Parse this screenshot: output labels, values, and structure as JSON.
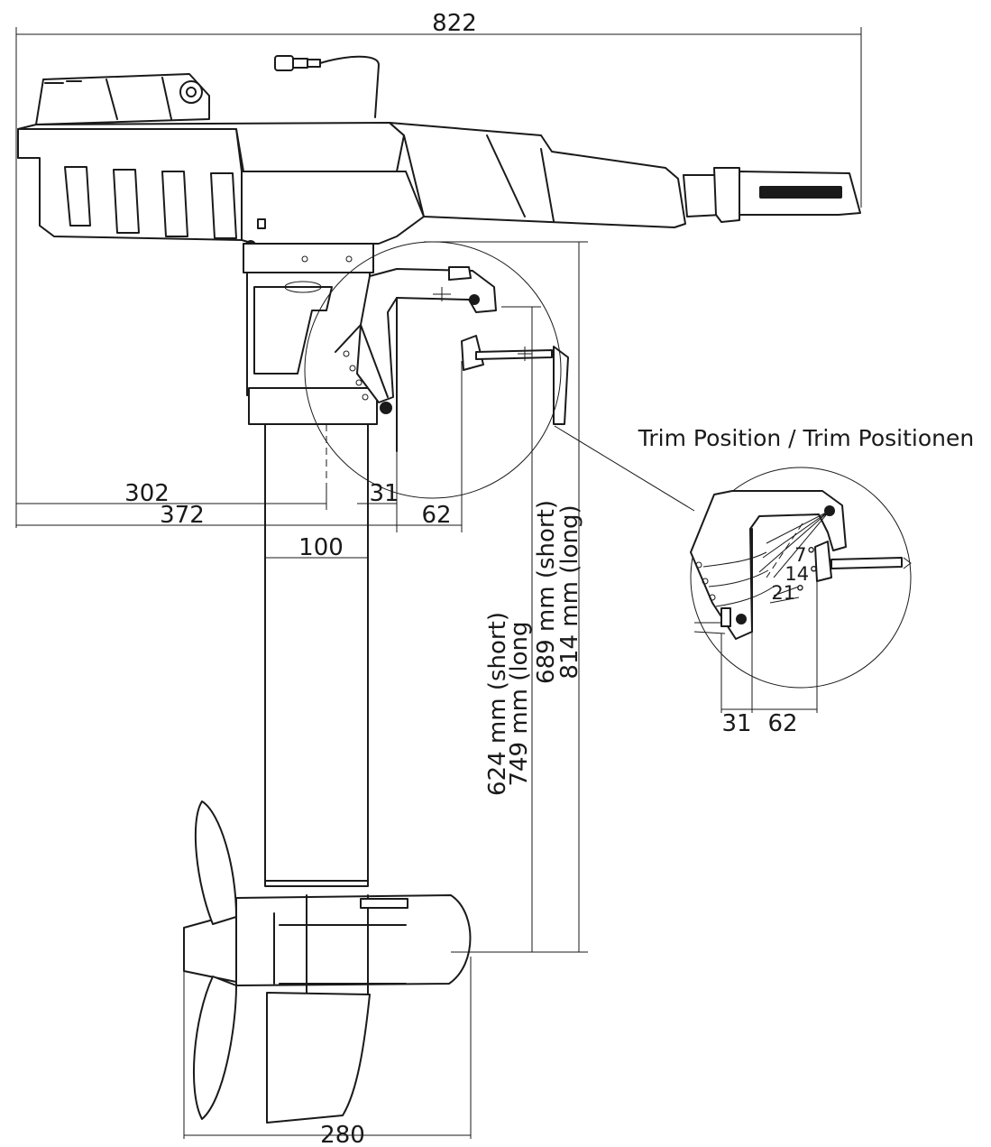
{
  "diagram": {
    "dimensions": {
      "overall_length": "822",
      "tiller_reach": "302",
      "head_reach": "372",
      "clamp_offset": "31",
      "clamp_depth": "62",
      "shaft_diameter": "100",
      "pod_length": "280",
      "shaft_length_short": "624 mm (short)",
      "shaft_length_long": "749 mm (long",
      "total_height_short": "689 mm (short)",
      "total_height_long": "814 mm (long)"
    },
    "inset": {
      "title": "Trim Position / Trim Positionen",
      "angle_1": "7°",
      "angle_2": "14°",
      "angle_3": "21°",
      "dim_offset": "31",
      "dim_depth": "62"
    }
  }
}
